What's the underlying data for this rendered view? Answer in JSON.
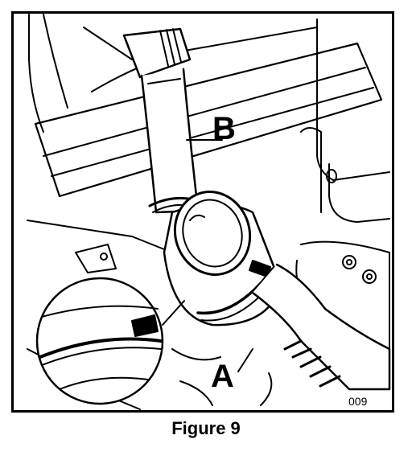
{
  "figure": {
    "caption": "Figure 9",
    "code": "009",
    "callouts": {
      "b": "B",
      "a": "A"
    },
    "colors": {
      "ink": "#000000",
      "paper": "#ffffff"
    }
  }
}
